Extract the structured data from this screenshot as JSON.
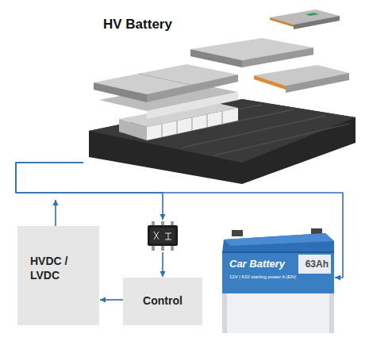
{
  "diagram": {
    "nodes": [
      {
        "text": [
          "HV Battery"
        ]
      },
      {
        "text": [
          "HVDC / LVDC"
        ]
      },
      {
        "text": [
          "Control"
        ]
      },
      {
        "text": [
          "Car Battery",
          "63Ah",
          "12V | 610 starting power A (EN)"
        ]
      }
    ],
    "edges": [
      {
        "from": 0,
        "to": 3,
        "arrow": "to"
      },
      {
        "from": 0,
        "to": 2,
        "arrow": "to"
      },
      {
        "from": 2,
        "to": 1,
        "arrow": "to"
      },
      {
        "from": 1,
        "to": 0,
        "arrow": "to"
      }
    ]
  }
}
